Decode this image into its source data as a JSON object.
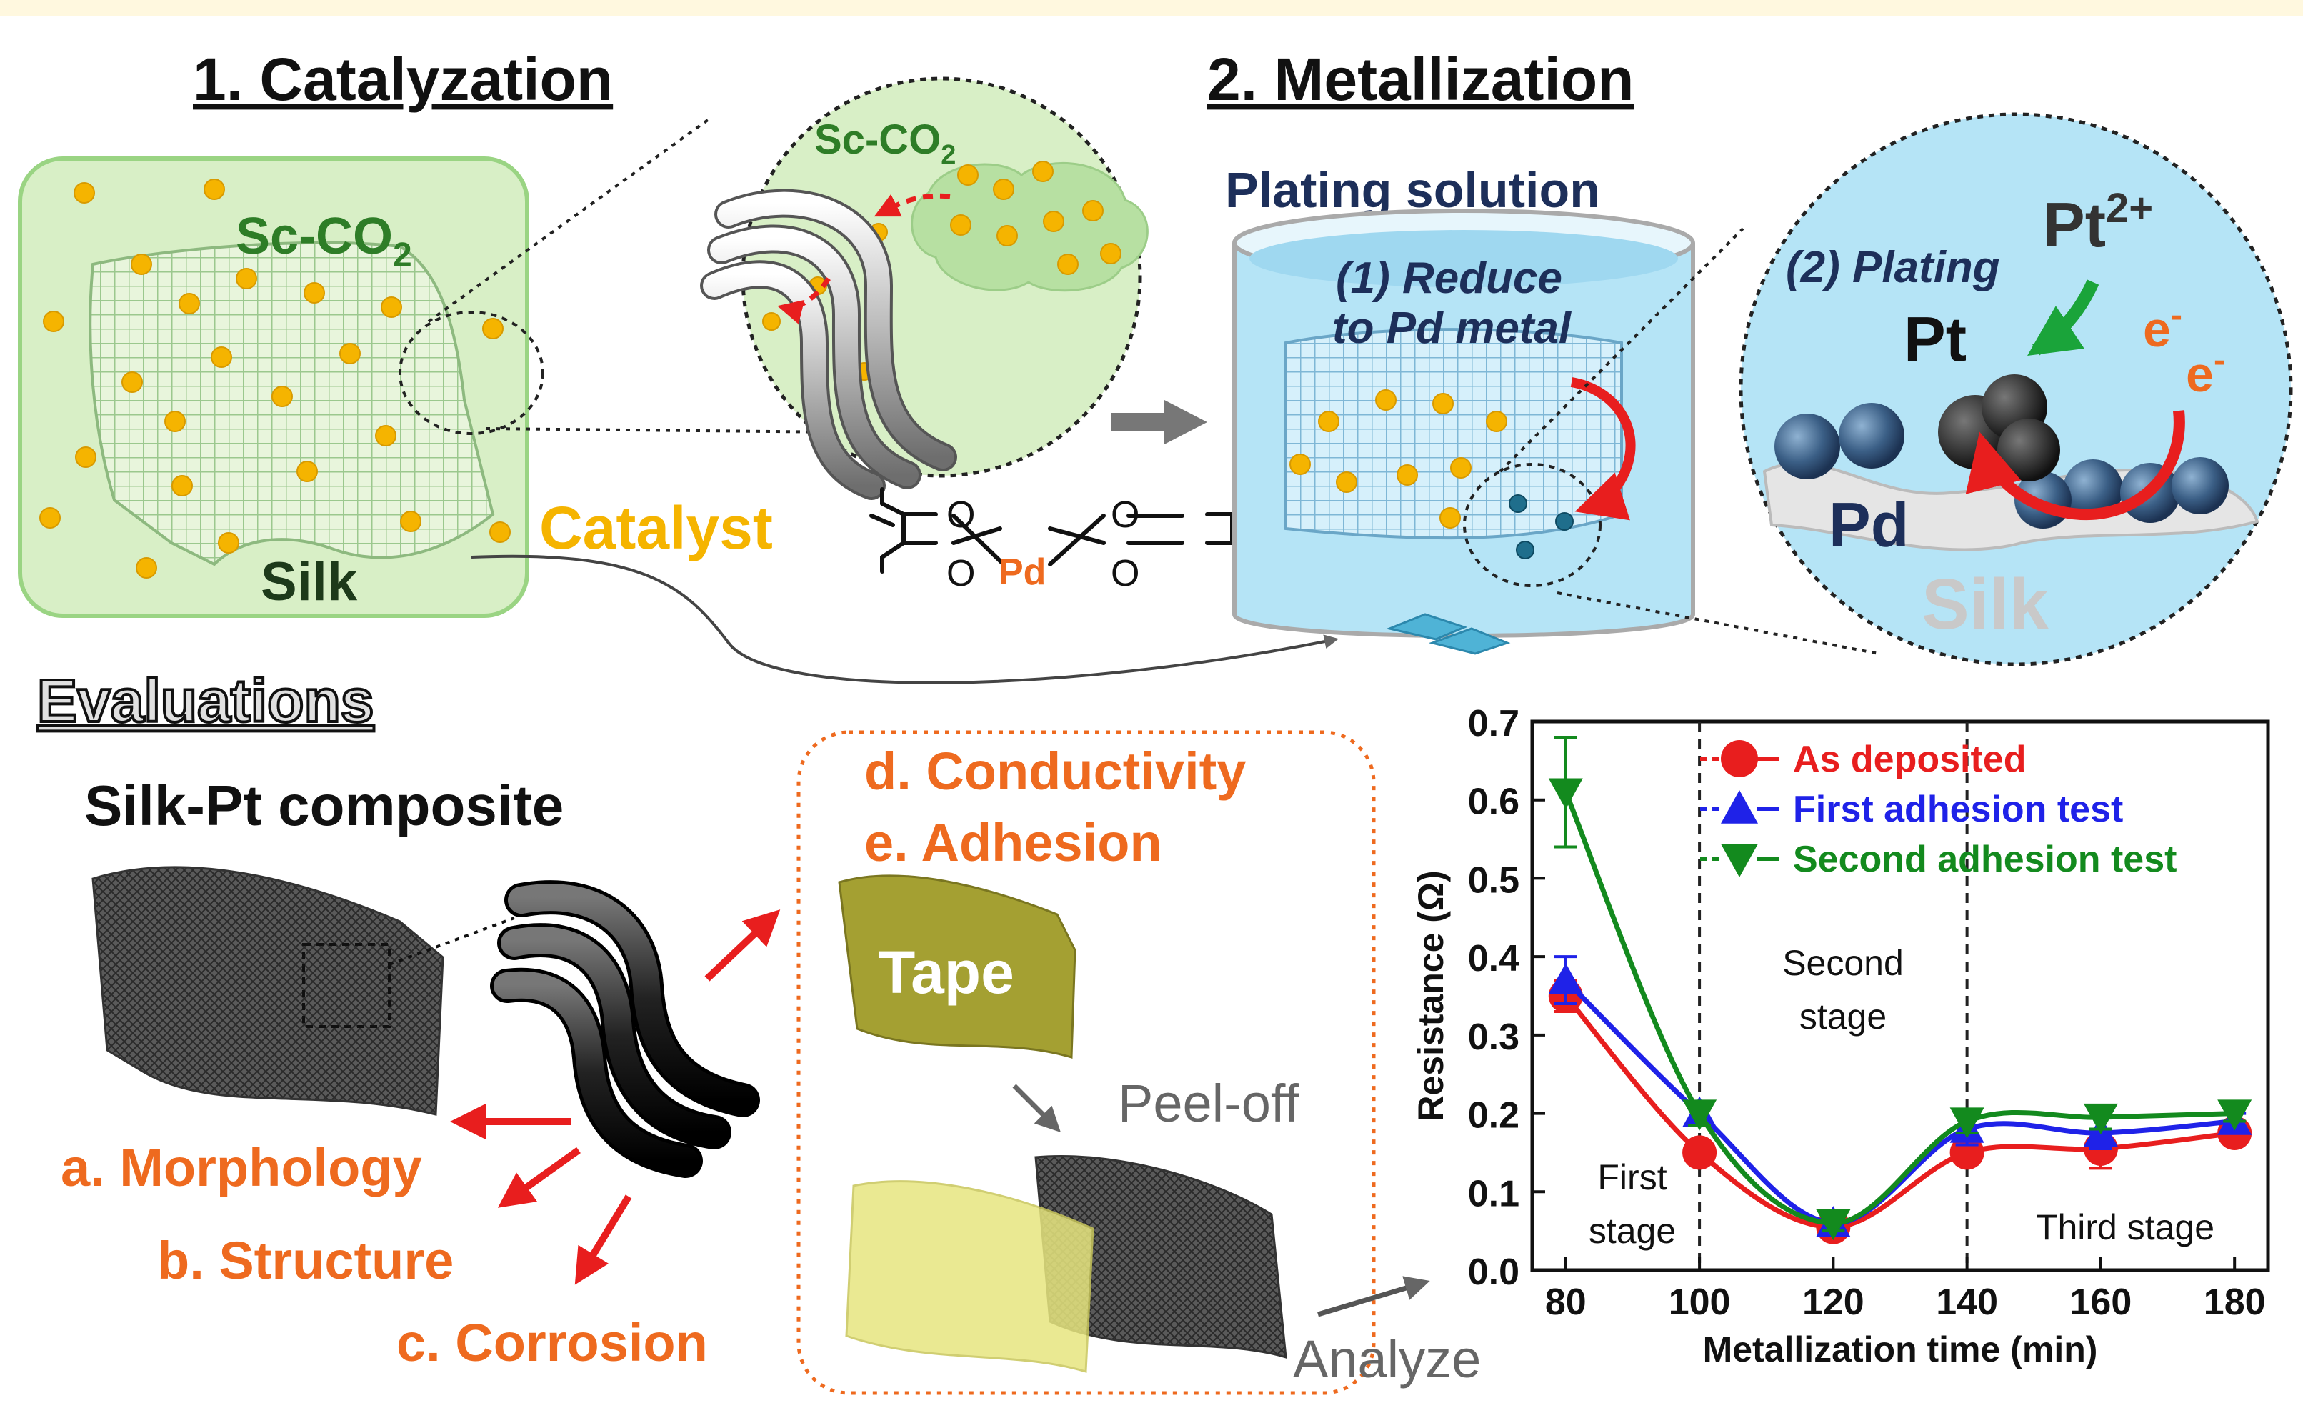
{
  "headers": {
    "catalyzation": "1. Catalyzation",
    "metallization": "2. Metallization",
    "evaluations": "Evaluations"
  },
  "catalyzation": {
    "sc_co2_label": "Sc-CO",
    "sc_co2_sub": "2",
    "zoom_sc_co2_label": "Sc-CO",
    "zoom_sc_co2_sub": "2",
    "silk_label": "Silk",
    "catalyst_label": "Catalyst",
    "pd_label": "Pd",
    "o_label": "O"
  },
  "metallization": {
    "plating_solution": "Plating solution",
    "reduce_line1": "(1) Reduce",
    "reduce_line2": "to Pd metal",
    "plating_step": "(2) Plating",
    "pt_ion": "Pt",
    "pt_ion_charge": "2+",
    "pt_label": "Pt",
    "electron": "e",
    "electron_charge": "-",
    "pd_label": "Pd",
    "silk_label": "Silk"
  },
  "evaluations": {
    "composite_title": "Silk-Pt composite",
    "items": [
      "a. Morphology",
      "b. Structure",
      "c. Corrosion"
    ],
    "box_items": [
      "d. Conductivity",
      "e. Adhesion"
    ],
    "tape_label": "Tape",
    "peel_label": "Peel-off",
    "analyze_label": "Analyze"
  },
  "colors": {
    "green_panel": "#d8efc6",
    "gold_dot": "#f5b400",
    "orange_text": "#ee6a1f",
    "red": "#e81e1e",
    "blue": "#1f22e8",
    "green": "#138a1e",
    "dark_navy": "#1d2f5a",
    "light_blue": "#b5e4f6"
  },
  "chart_data": {
    "type": "line",
    "xlabel": "Metallization time (min)",
    "ylabel": "Resistance (Ω)",
    "x": [
      80,
      100,
      120,
      140,
      160,
      180
    ],
    "xlim": [
      75,
      185
    ],
    "ylim": [
      0,
      0.7
    ],
    "x_ticks": [
      "80",
      "100",
      "120",
      "140",
      "160",
      "180"
    ],
    "y_ticks": [
      "0.0",
      "0.1",
      "0.2",
      "0.3",
      "0.4",
      "0.5",
      "0.6",
      "0.7"
    ],
    "series": [
      {
        "name": "As deposited",
        "color": "#e81e1e",
        "marker": "circle",
        "values": [
          0.35,
          0.15,
          0.055,
          0.15,
          0.155,
          0.175
        ],
        "errors": [
          0.02,
          0.01,
          0.01,
          0.015,
          0.025,
          0.01
        ]
      },
      {
        "name": "First adhesion test",
        "color": "#1f22e8",
        "marker": "triangle-up",
        "values": [
          0.37,
          0.2,
          0.06,
          0.18,
          0.175,
          0.19
        ],
        "errors": [
          0.03,
          0.01,
          0.01,
          0.02,
          0.02,
          0.01
        ]
      },
      {
        "name": "Second adhesion test",
        "color": "#138a1e",
        "marker": "triangle-down",
        "values": [
          0.61,
          0.2,
          0.06,
          0.19,
          0.195,
          0.2
        ],
        "errors": [
          0.07,
          0.015,
          0.01,
          0.015,
          0.015,
          0.01
        ]
      }
    ],
    "stage_dividers": [
      100,
      140
    ],
    "annotations": [
      {
        "line1": "First",
        "line2": "stage"
      },
      {
        "line1": "Second",
        "line2": "stage"
      },
      {
        "line1": "Third stage",
        "line2": ""
      }
    ],
    "legend_position": "top-right"
  }
}
